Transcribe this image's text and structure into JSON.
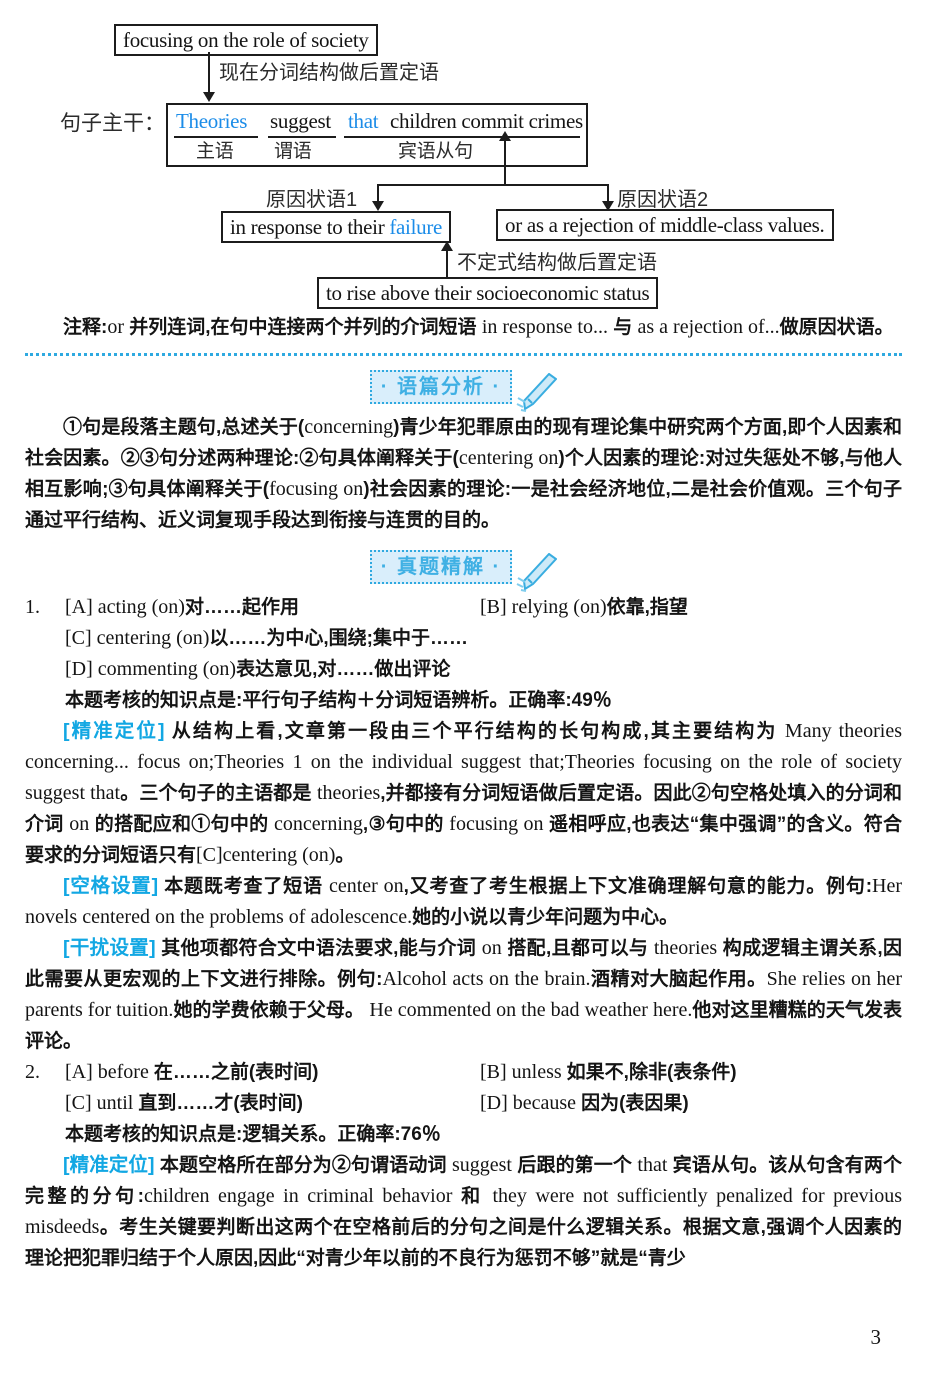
{
  "colors": {
    "accent_blue": "#1b8ce8",
    "tag_cyan": "#12a7e3",
    "badge_blue": "#3fb0e4",
    "badge_bg": "#d9eefb"
  },
  "diagram": {
    "box_top": "focusing on the role of society",
    "arrow_label_top": "现在分词结构做后置定语",
    "trunk_label": "句子主干：",
    "main_box": {
      "w1": "Theories",
      "w2": "suggest",
      "w3": "that",
      "w4": "children commit crimes",
      "r1": "主语",
      "r2": "谓语",
      "r3": "宾语从句"
    },
    "cause1_label": "原因状语1",
    "cause2_label": "原因状语2",
    "box_left_pre": "in response to their ",
    "box_left_highlight": "failure",
    "box_right": "or as a rejection of middle-class values.",
    "infinitive_label": "不定式结构做后置定语",
    "box_bottom": "to rise above their socioeconomic status"
  },
  "note": {
    "segments": [
      {
        "t": "注释:",
        "s": "cn"
      },
      {
        "t": "or",
        "s": "en"
      },
      {
        "t": " 并列连词,在句中连接两个并列的介词短语 ",
        "s": "cn"
      },
      {
        "t": "in response to...",
        "s": "en"
      },
      {
        "t": " 与 ",
        "s": "cn"
      },
      {
        "t": "as a rejection of...",
        "s": "en"
      },
      {
        "t": "做原因状语。",
        "s": "cn"
      }
    ]
  },
  "sections": {
    "discourse_badge": "· 语篇分析 ·",
    "exam_badge": "· 真题精解 ·"
  },
  "discourse_paragraph": {
    "segments": [
      {
        "t": "①句是段落主题句,总述关于(",
        "s": "cn"
      },
      {
        "t": "concerning",
        "s": "en"
      },
      {
        "t": ")青少年犯罪原由的现有理论集中研究两个方面,即个人因素和社会因素。②③句分述两种理论:②句具体阐释关于(",
        "s": "cn"
      },
      {
        "t": "centering on",
        "s": "en"
      },
      {
        "t": ")个人因素的理论:对过失惩处不够,与他人相互影响;③句具体阐释关于(",
        "s": "cn"
      },
      {
        "t": "focusing on",
        "s": "en"
      },
      {
        "t": ")社会因素的理论:一是社会经济地位,二是社会价值观。三个句子通过平行结构、近义词复现手段达到衔接与连贯的目的。",
        "s": "cn"
      }
    ]
  },
  "q1": {
    "number": "1.",
    "opt_a": [
      {
        "t": "[A] acting (on)",
        "s": "en"
      },
      {
        "t": "对……起作用",
        "s": "cn"
      }
    ],
    "opt_b": [
      {
        "t": "[B] relying (on)",
        "s": "en"
      },
      {
        "t": "依靠,指望",
        "s": "cn"
      }
    ],
    "opt_c": [
      {
        "t": "[C] centering (on)",
        "s": "en"
      },
      {
        "t": "以……为中心,围绕;集中于……",
        "s": "cn"
      }
    ],
    "opt_d": [
      {
        "t": "[D] commenting (on)",
        "s": "en"
      },
      {
        "t": "表达意见,对……做出评论",
        "s": "cn"
      }
    ],
    "knowledge": [
      {
        "t": "本题考核的知识点是:平行句子结构＋分词短语辨析。正确率:49％",
        "s": "cn"
      }
    ],
    "para_locate": [
      {
        "t": "[精准定位]",
        "s": "tag"
      },
      {
        "t": " 从结构上看,文章第一段由三个平行结构的长句构成,其主要结构为 ",
        "s": "cn"
      },
      {
        "t": "Many theories concerning... focus on;Theories 1 on the individual suggest that;Theories focusing on the role of society suggest that",
        "s": "en"
      },
      {
        "t": "。三个句子的主语都是 ",
        "s": "cn"
      },
      {
        "t": "theories",
        "s": "en"
      },
      {
        "t": ",并都接有分词短语做后置定语。因此②句空格处填入的分词和介词 ",
        "s": "cn"
      },
      {
        "t": "on",
        "s": "en"
      },
      {
        "t": " 的搭配应和①句中的 ",
        "s": "cn"
      },
      {
        "t": "concerning",
        "s": "en"
      },
      {
        "t": ",③句中的 ",
        "s": "cn"
      },
      {
        "t": "focusing on",
        "s": "en"
      },
      {
        "t": " 遥相呼应,也表达“集中强调”的含义。符合要求的分词短语只有",
        "s": "cn"
      },
      {
        "t": "[C]centering (on)",
        "s": "en"
      },
      {
        "t": "。",
        "s": "cn"
      }
    ],
    "para_blank": [
      {
        "t": "[空格设置]",
        "s": "tag"
      },
      {
        "t": " 本题既考查了短语 ",
        "s": "cn"
      },
      {
        "t": "center on",
        "s": "en"
      },
      {
        "t": ",又考查了考生根据上下文准确理解句意的能力。例句:",
        "s": "cn"
      },
      {
        "t": "Her novels centered on the problems of adolescence.",
        "s": "en"
      },
      {
        "t": "她的小说以青少年问题为中心。",
        "s": "cn"
      }
    ],
    "para_distract": [
      {
        "t": "[干扰设置]",
        "s": "tag"
      },
      {
        "t": " 其他项都符合文中语法要求,能与介词 ",
        "s": "cn"
      },
      {
        "t": "on",
        "s": "en"
      },
      {
        "t": " 搭配,且都可以与 ",
        "s": "cn"
      },
      {
        "t": "theories",
        "s": "en"
      },
      {
        "t": " 构成逻辑主谓关系,因此需要从更宏观的上下文进行排除。例句:",
        "s": "cn"
      },
      {
        "t": "Alcohol acts on the brain.",
        "s": "en"
      },
      {
        "t": "酒精对大脑起作用。",
        "s": "cn"
      },
      {
        "t": "She relies on her parents for tuition.",
        "s": "en"
      },
      {
        "t": "她的学费依赖于父母。 ",
        "s": "cn"
      },
      {
        "t": "He commented on the bad weather here.",
        "s": "en"
      },
      {
        "t": "他对这里糟糕的天气发表评论。",
        "s": "cn"
      }
    ]
  },
  "q2": {
    "number": "2.",
    "opt_a": [
      {
        "t": "[A] before ",
        "s": "en"
      },
      {
        "t": "在……之前(表时间)",
        "s": "cn"
      }
    ],
    "opt_b": [
      {
        "t": "[B] unless ",
        "s": "en"
      },
      {
        "t": "如果不,除非(表条件)",
        "s": "cn"
      }
    ],
    "opt_c": [
      {
        "t": "[C] until ",
        "s": "en"
      },
      {
        "t": "直到……才(表时间)",
        "s": "cn"
      }
    ],
    "opt_d": [
      {
        "t": "[D] because ",
        "s": "en"
      },
      {
        "t": "因为(表因果)",
        "s": "cn"
      }
    ],
    "knowledge": [
      {
        "t": "本题考核的知识点是:逻辑关系。正确率:76％",
        "s": "cn"
      }
    ],
    "para_locate": [
      {
        "t": "[精准定位]",
        "s": "tag"
      },
      {
        "t": " 本题空格所在部分为②句谓语动词 ",
        "s": "cn"
      },
      {
        "t": "suggest",
        "s": "en"
      },
      {
        "t": " 后跟的第一个 ",
        "s": "cn"
      },
      {
        "t": "that",
        "s": "en"
      },
      {
        "t": " 宾语从句。该从句含有两个完整的分句:",
        "s": "cn"
      },
      {
        "t": "children engage in criminal behavior",
        "s": "en"
      },
      {
        "t": " 和 ",
        "s": "cn"
      },
      {
        "t": "they were not sufficiently penalized for previous misdeeds",
        "s": "en"
      },
      {
        "t": "。考生关键要判断出这两个在空格前后的分句之间是什么逻辑关系。根据文意,强调个人因素的理论把犯罪归结于个人原因,因此“对青少年以前的不良行为惩罚不够”就是“青少",
        "s": "cn"
      }
    ]
  },
  "page": {
    "number": "3"
  }
}
